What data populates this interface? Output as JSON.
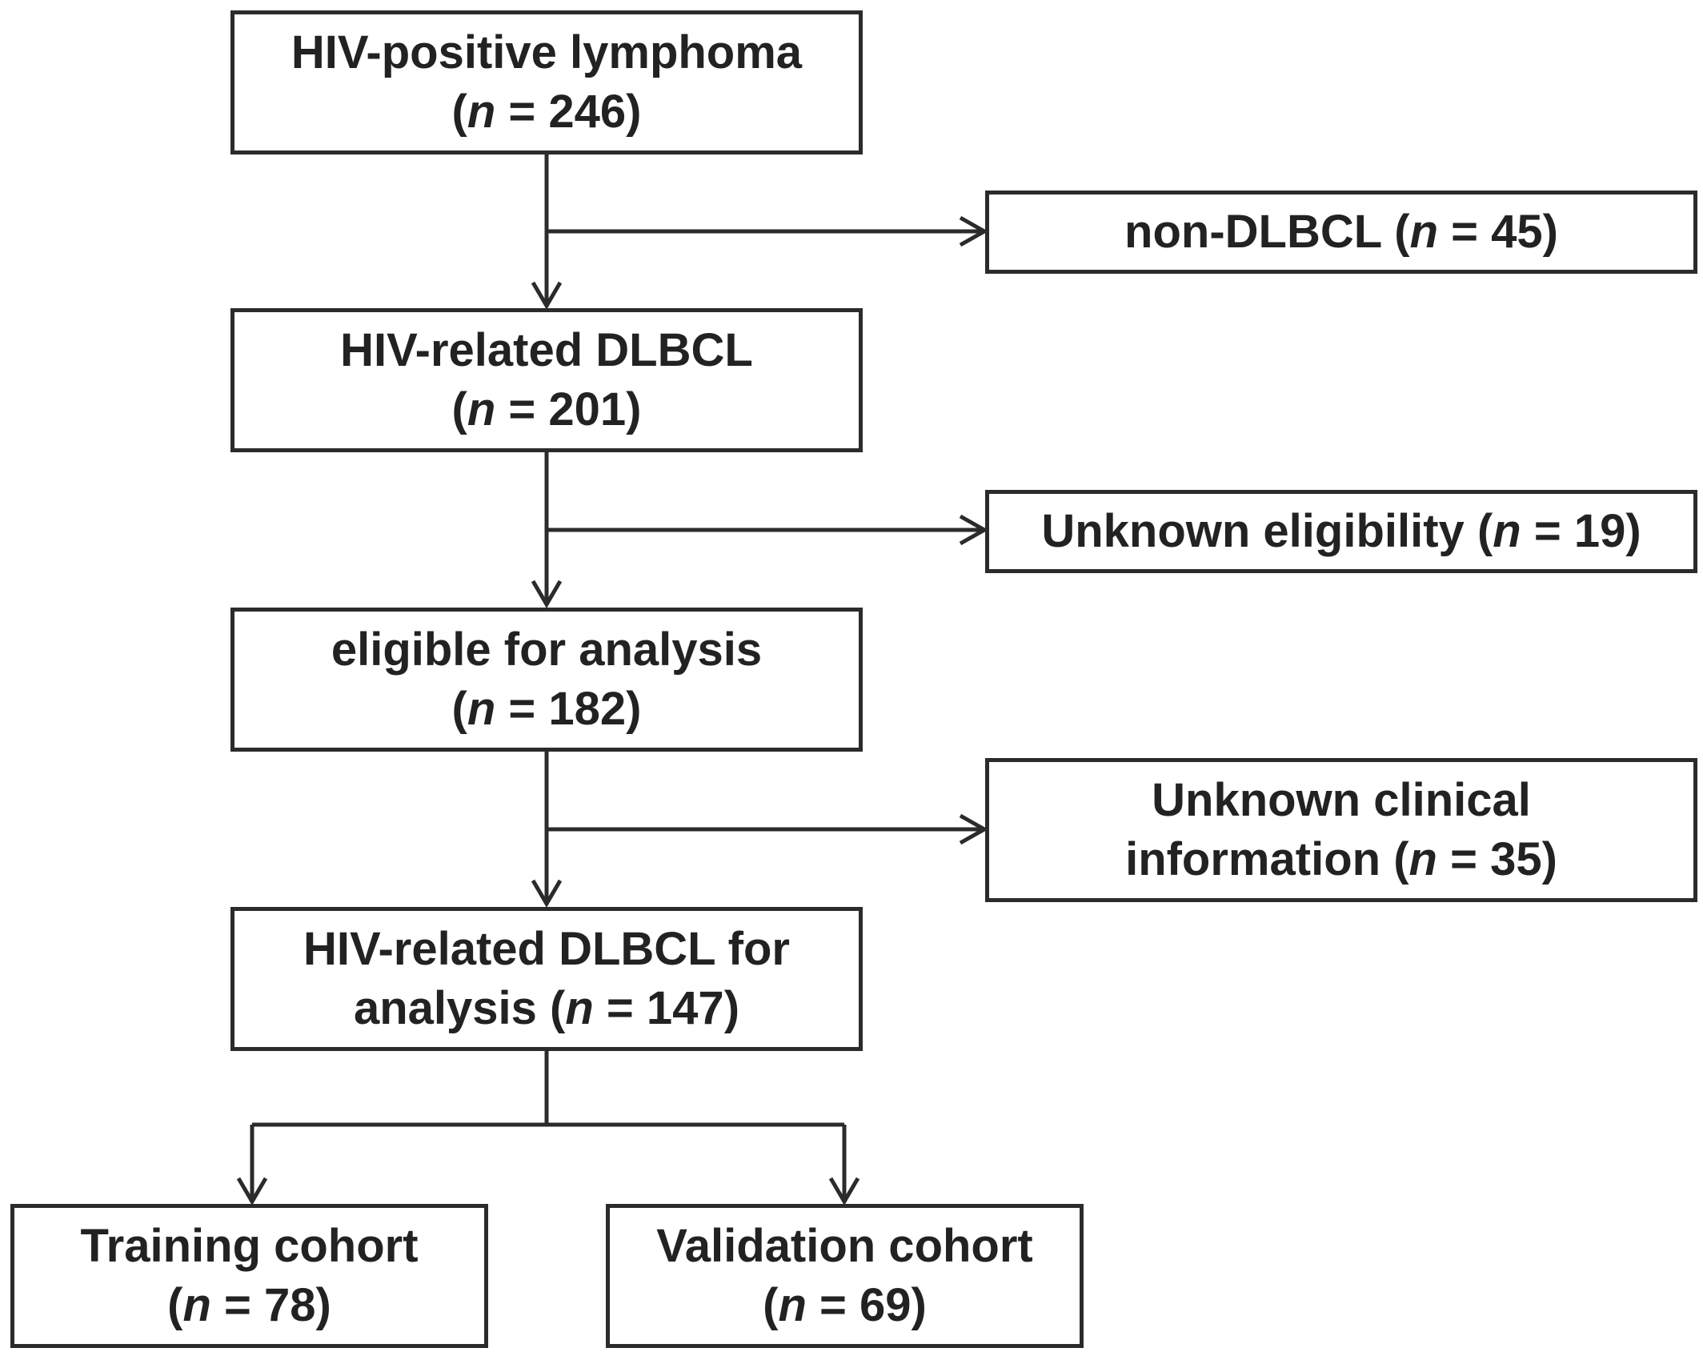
{
  "nodes": {
    "hiv_positive": {
      "text": "HIV-positive lymphoma",
      "n": "246"
    },
    "non_dlbcl": {
      "text": "non-DLBCL",
      "n": "45"
    },
    "hiv_dlbcl": {
      "text": "HIV-related DLBCL",
      "n": "201"
    },
    "unknown_elig": {
      "text": "Unknown eligibility",
      "n": "19"
    },
    "eligible": {
      "text": "eligible for analysis",
      "n": "182"
    },
    "unknown_clin": {
      "text_line1": "Unknown clinical",
      "text_line2": "information",
      "n": "35"
    },
    "for_analysis": {
      "text_line1": "HIV-related DLBCL for",
      "text_line2": "analysis",
      "n": "147"
    },
    "training": {
      "text": "Training cohort",
      "n": "78"
    },
    "validation": {
      "text": "Validation cohort",
      "n": "69"
    }
  },
  "labels": {
    "n_symbol": "n",
    "equals": " = ",
    "open_paren": "(",
    "close_paren": ")"
  },
  "edges": [
    {
      "from": "hiv_positive",
      "to": "hiv_dlbcl"
    },
    {
      "from": "hiv_positive",
      "to": "non_dlbcl"
    },
    {
      "from": "hiv_dlbcl",
      "to": "eligible"
    },
    {
      "from": "hiv_dlbcl",
      "to": "unknown_elig"
    },
    {
      "from": "eligible",
      "to": "for_analysis"
    },
    {
      "from": "eligible",
      "to": "unknown_clin"
    },
    {
      "from": "for_analysis",
      "to": "training"
    },
    {
      "from": "for_analysis",
      "to": "validation"
    }
  ],
  "colors": {
    "stroke": "#2b2b2b",
    "text": "#222222",
    "background": "#ffffff"
  }
}
